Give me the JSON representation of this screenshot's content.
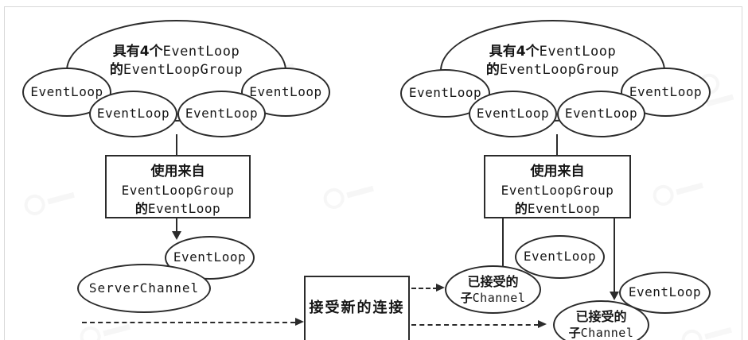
{
  "colors": {
    "stroke": "#2b2b2b",
    "text": "#161616",
    "panel_border": "#d8d8d8",
    "background": "#ffffff"
  },
  "left": {
    "cloud": {
      "l1_zh": "具有4个",
      "l1_en": "EventLoop",
      "l2_zh": "的",
      "l2_en": "EventLoopGroup"
    },
    "loops": [
      "EventLoop",
      "EventLoop",
      "EventLoop",
      "EventLoop"
    ],
    "box": {
      "l1": "使用来自",
      "l2": "EventLoopGroup",
      "l3_zh": "的",
      "l3_en": "EventLoop"
    },
    "loop_single": "EventLoop",
    "server_channel": "ServerChannel"
  },
  "right": {
    "cloud": {
      "l1_zh": "具有4个",
      "l1_en": "EventLoop",
      "l2_zh": "的",
      "l2_en": "EventLoopGroup"
    },
    "loops": [
      "EventLoop",
      "EventLoop",
      "EventLoop",
      "EventLoop"
    ],
    "box": {
      "l1": "使用来自",
      "l2": "EventLoopGroup",
      "l3_zh": "的",
      "l3_en": "EventLoop"
    },
    "loop_a": "EventLoop",
    "loop_b": "EventLoop",
    "child_a": {
      "l1": "已接受的",
      "l2_zh": "子",
      "l2_en": "Channel"
    },
    "child_b": {
      "l1": "已接受的",
      "l2_zh": "子",
      "l2_en": "Channel"
    }
  },
  "accept_box": {
    "label": "接受新的连接"
  }
}
